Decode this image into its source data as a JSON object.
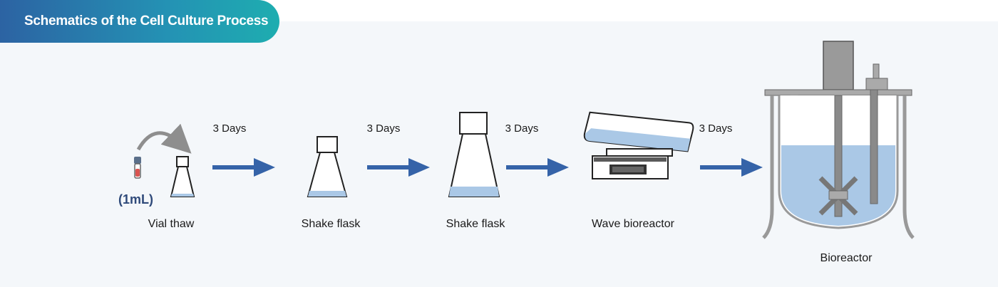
{
  "header": {
    "title": "Schematics of the Cell Culture Process"
  },
  "steps": [
    {
      "label": "Vial thaw",
      "note": "(1mL)"
    },
    {
      "label": "Shake flask"
    },
    {
      "label": "Shake flask"
    },
    {
      "label": "Wave bioreactor"
    },
    {
      "label": "Bioreactor"
    }
  ],
  "transitions": [
    {
      "duration": "3 Days"
    },
    {
      "duration": "3 Days"
    },
    {
      "duration": "3 Days"
    },
    {
      "duration": "3 Days"
    }
  ],
  "colors": {
    "arrow": "#3563a8",
    "liquid": "#aac8e6",
    "accent": "#2c63a3"
  }
}
